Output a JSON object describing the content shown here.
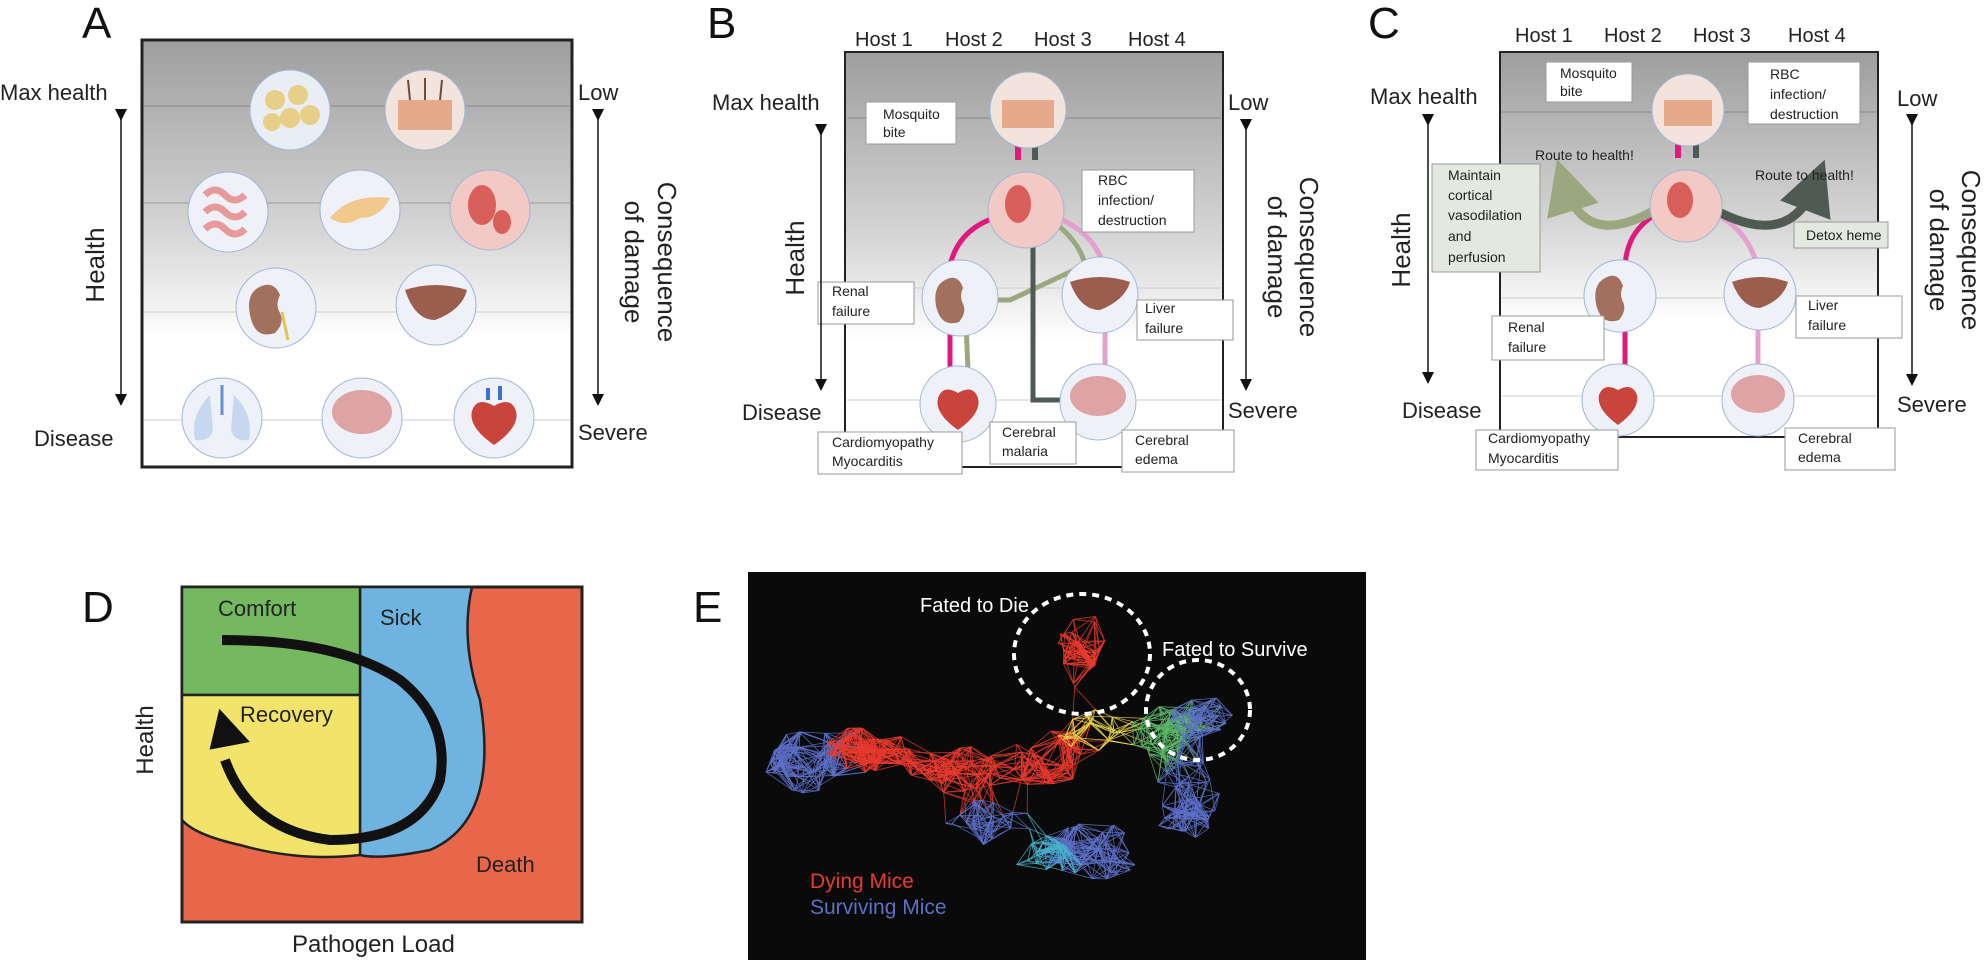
{
  "panel_a": {
    "letter": "A",
    "max_health": "Max health",
    "disease": "Disease",
    "health": "Health",
    "low": "Low",
    "severe": "Severe",
    "consequence": "Consequence",
    "of_damage": "of damage"
  },
  "panel_b": {
    "letter": "B",
    "hosts": [
      "Host 1",
      "Host 2",
      "Host 3",
      "Host 4"
    ],
    "max_health": "Max health",
    "disease": "Disease",
    "health": "Health",
    "low": "Low",
    "severe": "Severe",
    "consequence": "Consequence",
    "of_damage": "of damage",
    "mosquito": [
      "Mosquito",
      "bite"
    ],
    "rbc": [
      "RBC",
      "infection/",
      "destruction"
    ],
    "renal": [
      "Renal",
      "failure"
    ],
    "liver": [
      "Liver",
      "failure"
    ],
    "cardio": [
      "Cardiomyopathy",
      "Myocarditis"
    ],
    "cerebral_malaria": [
      "Cerebral",
      "malaria"
    ],
    "cerebral_edema": [
      "Cerebral",
      "edema"
    ]
  },
  "panel_c": {
    "letter": "C",
    "hosts": [
      "Host 1",
      "Host 2",
      "Host 3",
      "Host 4"
    ],
    "max_health": "Max health",
    "disease": "Disease",
    "health": "Health",
    "low": "Low",
    "severe": "Severe",
    "consequence": "Consequence",
    "of_damage": "of damage",
    "mosquito": [
      "Mosquito",
      "bite"
    ],
    "rbc": [
      "RBC",
      "infection/",
      "destruction"
    ],
    "route_left": "Route to health!",
    "route_right": "Route to health!",
    "maintain": [
      "Maintain",
      "cortical",
      "vasodilation",
      "and",
      "perfusion"
    ],
    "detox": "Detox heme",
    "renal": [
      "Renal",
      "failure"
    ],
    "liver": [
      "Liver",
      "failure"
    ],
    "cardio": [
      "Cardiomyopathy",
      "Myocarditis"
    ],
    "cerebral_edema": [
      "Cerebral",
      "edema"
    ]
  },
  "panel_d": {
    "letter": "D",
    "comfort": "Comfort",
    "sick": "Sick",
    "recovery": "Recovery",
    "death": "Death",
    "ylabel": "Health",
    "xlabel": "Pathogen Load",
    "colors": {
      "comfort": "#74b95f",
      "sick": "#6fb3e0",
      "recovery": "#f2e46b",
      "death": "#e8674a"
    }
  },
  "panel_e": {
    "letter": "E",
    "fated_die": "Fated to Die",
    "fated_survive": "Fated to Survive",
    "dying": "Dying Mice",
    "surviving": "Surviving Mice",
    "colors": {
      "dying": "#e83a2e",
      "surviving": "#5d70c8",
      "background": "#0a0a0a"
    }
  },
  "host_colors": [
    "#e0197d",
    "#e6a0cf",
    "#9aa77f",
    "#4f5a52"
  ]
}
